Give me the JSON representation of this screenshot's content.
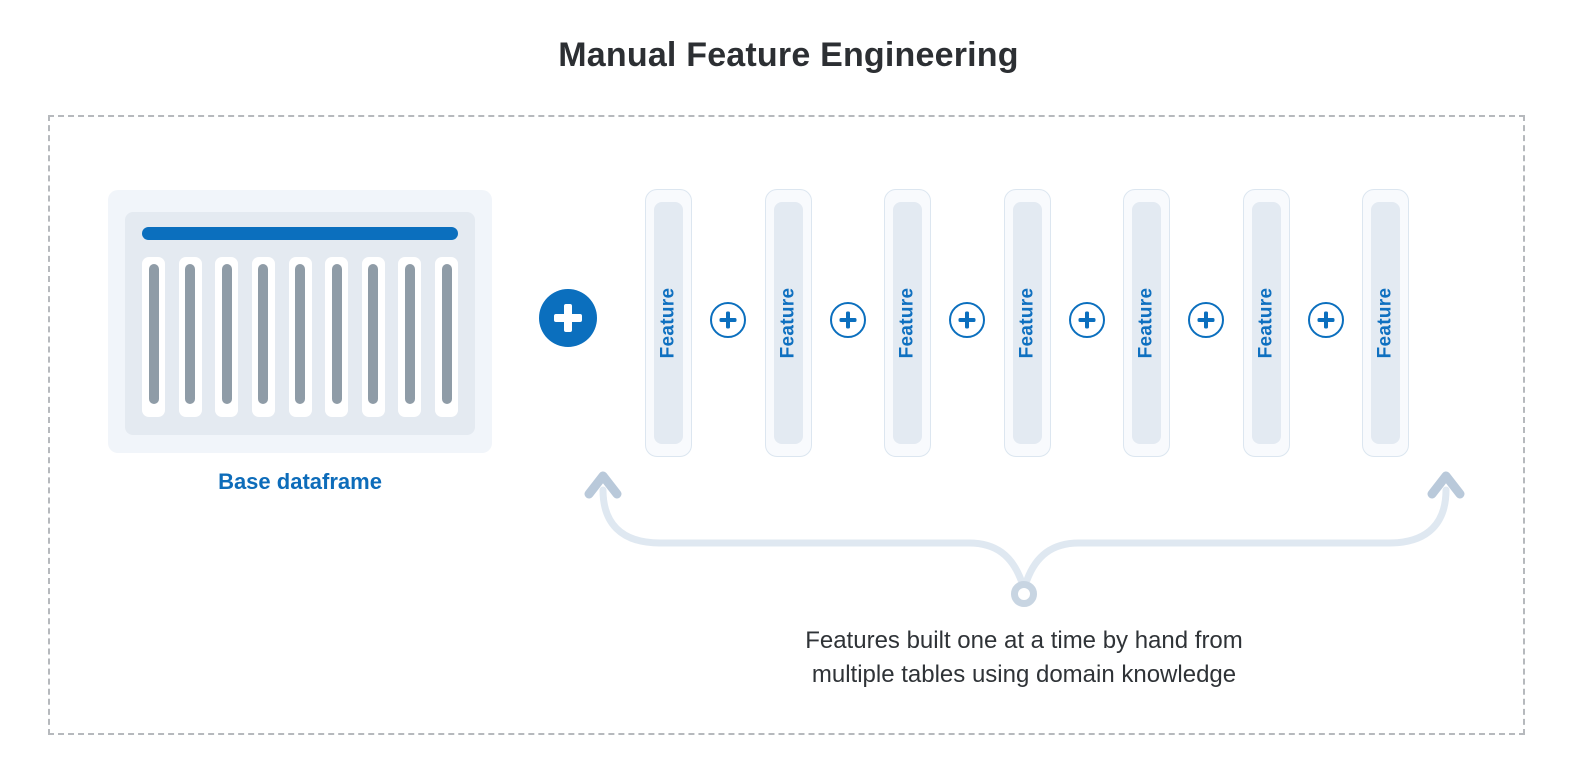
{
  "title": "Manual Feature Engineering",
  "base_dataframe": {
    "label": "Base dataframe",
    "column_count": 9,
    "header_bar_icon": "table-header-bar",
    "column_icon": "table-column-bar"
  },
  "operators": {
    "big_plus_icon": "plus-icon",
    "connector_plus_icon": "plus-circle-icon",
    "connector_count": 6
  },
  "features": [
    {
      "label": "Feature"
    },
    {
      "label": "Feature"
    },
    {
      "label": "Feature"
    },
    {
      "label": "Feature"
    },
    {
      "label": "Feature"
    },
    {
      "label": "Feature"
    },
    {
      "label": "Feature"
    }
  ],
  "annotation": {
    "left_icon": "arrow-up-icon",
    "right_icon": "arrow-up-icon",
    "center_icon": "ring-icon"
  },
  "caption": {
    "line1": "Features built one at a time by hand from",
    "line2": "multiple tables using domain knowledge"
  },
  "colors": {
    "accent_blue": "#0b6fbe",
    "feature_text_blue": "#0f70c0",
    "label_blue": "#0d6cba",
    "title_text": "#2c2f33",
    "caption_text": "#2f3337",
    "dataframe_outer_bg": "#f1f5fa",
    "dataframe_inner_bg": "#e4eaf1",
    "column_bar_gray": "#8f9ca7",
    "pill_bg": "#f8fafd",
    "pill_border": "#dce6f0",
    "pill_inner_bg": "#e3eaf2",
    "dashed_border": "#b6b9bd",
    "brace_line": "#dfe8f1",
    "brace_arrowhead": "#b9c9da",
    "brace_ring": "#c8d5e2"
  }
}
